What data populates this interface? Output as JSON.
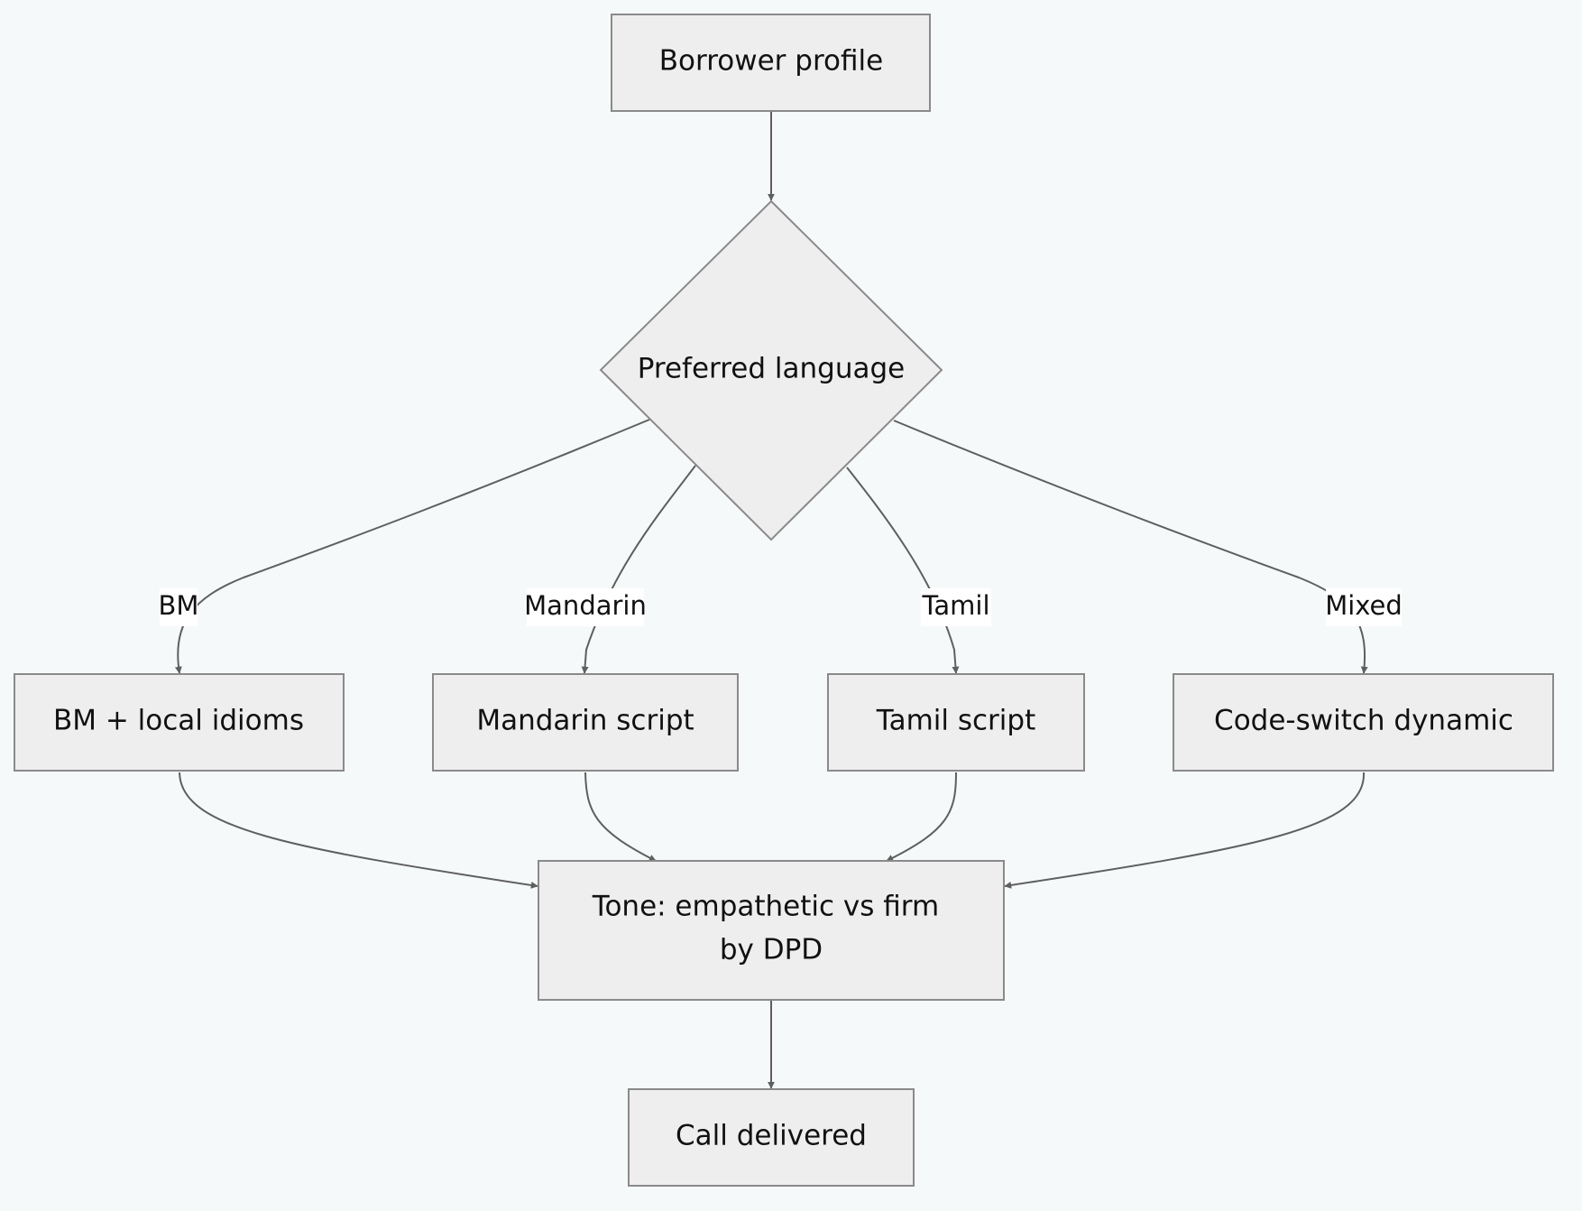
{
  "nodes": {
    "borrower_profile": "Borrower profile",
    "preferred_language": "Preferred language",
    "bm_idioms": "BM + local idioms",
    "mandarin_script": "Mandarin script",
    "tamil_script": "Tamil script",
    "code_switch": "Code-switch dynamic",
    "tone_line1": "Tone: empathetic vs firm",
    "tone_line2": "by DPD",
    "call_delivered": "Call delivered"
  },
  "edge_labels": {
    "bm": "BM",
    "mandarin": "Mandarin",
    "tamil": "Tamil",
    "mixed": "Mixed"
  },
  "colors": {
    "background": "#f6f9fa",
    "node_fill": "#efeeee",
    "node_stroke": "#8a8a8a",
    "edge": "#5f5f5f"
  }
}
